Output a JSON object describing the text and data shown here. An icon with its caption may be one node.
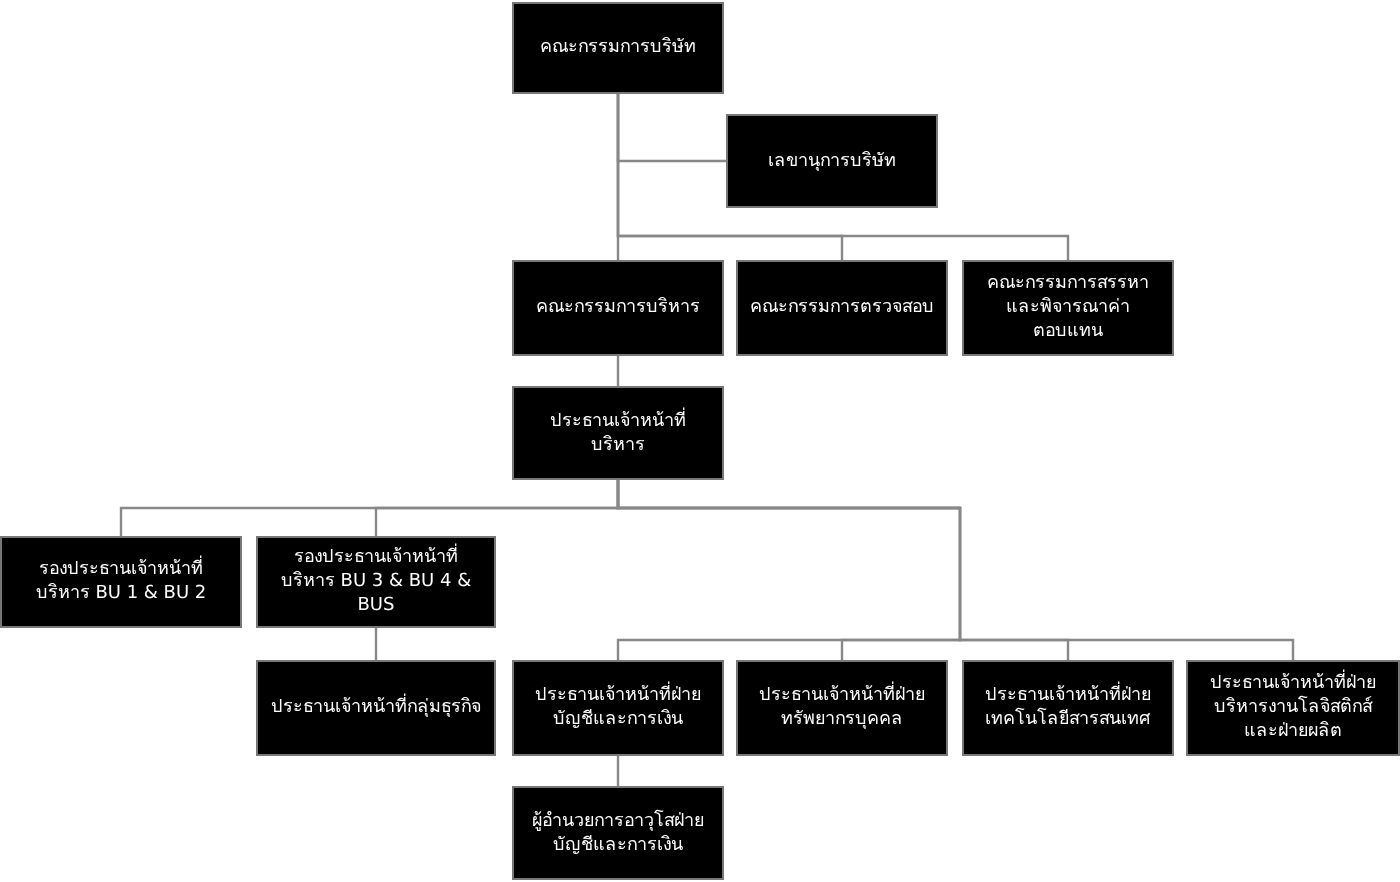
{
  "diagram": {
    "nodes": [
      {
        "text": [
          "คณะกรรมการบริษัท"
        ]
      },
      {
        "text": [
          "เลขานุการบริษัท"
        ]
      },
      {
        "text": [
          "คณะกรรมการบริหาร"
        ]
      },
      {
        "text": [
          "คณะกรรมการตรวจสอบ"
        ]
      },
      {
        "text": [
          "คณะกรรมการสรรหาและพิจารณาค่าตอบแทน"
        ]
      },
      {
        "text": [
          "ประธานเจ้าหน้าที่บริหาร"
        ]
      },
      {
        "text": [
          "รองประธานเจ้าหน้าที่บริหาร BU 1 & BU 2"
        ]
      },
      {
        "text": [
          "รองประธานเจ้าหน้าที่บริหาร BU 3 & BU 4 & BUS"
        ]
      },
      {
        "text": [
          "ประธานเจ้าหน้าที่กลุ่มธุรกิจ"
        ]
      },
      {
        "text": [
          "ประธานเจ้าหน้าที่ฝ่ายบัญชีและการเงิน"
        ]
      },
      {
        "text": [
          "ประธานเจ้าหน้าที่ฝ่ายทรัพยากรบุคคล"
        ]
      },
      {
        "text": [
          "ประธานเจ้าหน้าที่ฝ่ายเทคโนโลยีสารสนเทศ"
        ]
      },
      {
        "text": [
          "ประธานเจ้าหน้าที่ฝ่ายบริหารงานโลจิสติกส์และฝ่ายผลิต"
        ]
      },
      {
        "text": [
          "ผู้อำนวยการอาวุโสฝ่ายบัญชีและการเงิน"
        ]
      }
    ],
    "edges": [
      {
        "from": 0,
        "to": 1,
        "arrow": "none"
      },
      {
        "from": 0,
        "to": 2,
        "arrow": "none"
      },
      {
        "from": 0,
        "to": 3,
        "arrow": "none"
      },
      {
        "from": 0,
        "to": 4,
        "arrow": "none"
      },
      {
        "from": 2,
        "to": 5,
        "arrow": "none"
      },
      {
        "from": 5,
        "to": 6,
        "arrow": "none"
      },
      {
        "from": 5,
        "to": 7,
        "arrow": "none"
      },
      {
        "from": 5,
        "to": 9,
        "arrow": "none"
      },
      {
        "from": 5,
        "to": 10,
        "arrow": "none"
      },
      {
        "from": 5,
        "to": 11,
        "arrow": "none"
      },
      {
        "from": 5,
        "to": 12,
        "arrow": "none"
      },
      {
        "from": 7,
        "to": 8,
        "arrow": "none"
      },
      {
        "from": 9,
        "to": 13,
        "arrow": "none"
      }
    ]
  }
}
